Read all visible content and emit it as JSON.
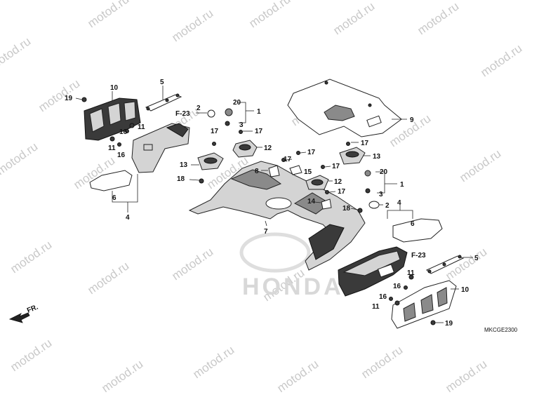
{
  "watermark": "motod.ru",
  "brand_mark": "HONDA",
  "diagram_code": "MKCGE2300",
  "direction": "FR.",
  "refs": {
    "left": "F-23",
    "right": "F-23"
  },
  "labels": {
    "p1a": "1",
    "p1b": "1",
    "p2a": "2",
    "p2b": "2",
    "p3a": "3",
    "p3b": "3",
    "p4a": "4",
    "p4b": "4",
    "p5a": "5",
    "p5b": "5",
    "p6a": "6",
    "p6b": "6",
    "p7": "7",
    "p8": "8",
    "p9": "9",
    "p10a": "10",
    "p10b": "10",
    "p11a": "11",
    "p11b": "11",
    "p11c": "11",
    "p11d": "11",
    "p12a": "12",
    "p12b": "12",
    "p13a": "13",
    "p13b": "13",
    "p14": "14",
    "p15": "15",
    "p16a": "16",
    "p16b": "16",
    "p16c": "16",
    "p16d": "16",
    "p17a": "17",
    "p17b": "17",
    "p17c": "17",
    "p17d": "17",
    "p17e": "17",
    "p17f": "17",
    "p17g": "17",
    "p18a": "18",
    "p18b": "18",
    "p19a": "19",
    "p19b": "19",
    "p20a": "20",
    "p20b": "20"
  }
}
